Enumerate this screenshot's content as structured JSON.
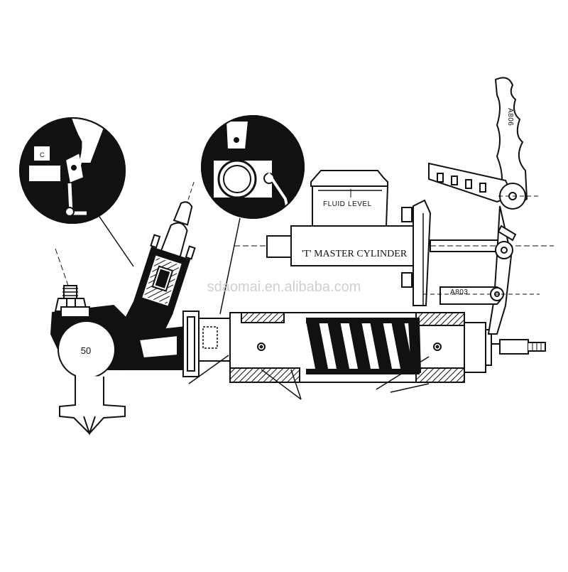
{
  "diagram": {
    "callout_number": "50",
    "master_cylinder_label": "'T' MASTER CYLINDER",
    "fluid_level_label": "FLUID LEVEL",
    "fluid_word": "FLUID",
    "level_word": "LEVEL",
    "part_code_lever": "A803",
    "part_code_pedal": "A806",
    "watermark": "sdaomai.en.alibaba.com",
    "colors": {
      "ink": "#111111",
      "paper": "#ffffff",
      "watermark": "#cfcfcf"
    }
  }
}
